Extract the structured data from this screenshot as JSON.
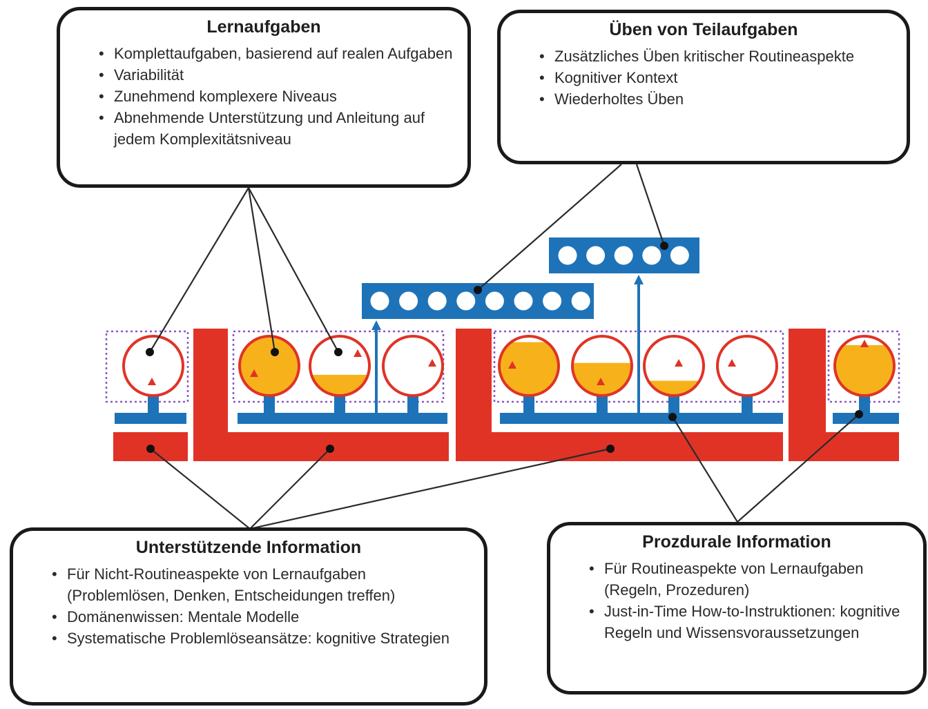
{
  "boxes": {
    "learning_tasks": {
      "title": "Lernaufgaben",
      "items": [
        "Komplettaufgaben, basierend auf realen Aufgaben",
        "Variabilität",
        "Zunehmend komplexere Niveaus",
        "Abnehmende Unterstützung und Anleitung auf jedem Komplexitätsniveau"
      ]
    },
    "part_task_practice": {
      "title": "Üben von Teilaufgaben",
      "items": [
        "Zusätzliches Üben kritischer Routineaspekte",
        "Kognitiver Kontext",
        "Wiederholtes Üben"
      ]
    },
    "supportive_information": {
      "title": "Unterstützende Information",
      "items": [
        "Für Nicht-Routineaspekte von Lernaufgaben (Problemlösen, Denken, Entscheidungen treffen)",
        "Domänenwissen: Mentale Modelle",
        "Systematische Problemlöseansätze: kognitive Strategien"
      ]
    },
    "procedural_information": {
      "title": "Prozdurale Information",
      "items": [
        "Für Routineaspekte von Lernaufgaben (Regeln, Prozeduren)",
        "Just-in-Time How-to-Instruktionen: kognitive Regeln und Wissensvoraussetzungen"
      ]
    }
  },
  "colors": {
    "red": "#e03326",
    "blue": "#1e73b8",
    "orange": "#f7b21b",
    "dotted_frame": "#8a55c8",
    "line": "#2a2a2a"
  },
  "task_circles": {
    "levels": [
      {
        "support_fill_levels": [
          0.0
        ]
      },
      {
        "support_fill_levels": [
          1.0,
          0.35,
          0.0
        ]
      },
      {
        "support_fill_levels": [
          0.9,
          0.55,
          0.25,
          0.0
        ]
      },
      {
        "support_fill_levels": [
          0.85
        ]
      }
    ]
  },
  "practice_bars": {
    "lower_circle_count": 8,
    "upper_circle_count": 5
  }
}
